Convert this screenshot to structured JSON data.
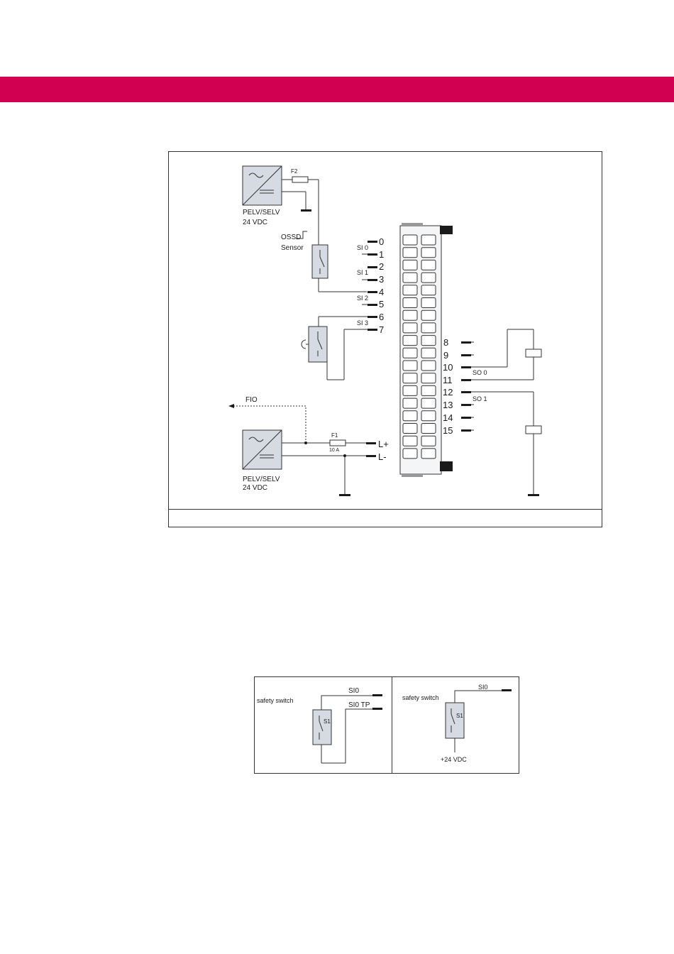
{
  "colors": {
    "brand": "#d10050",
    "line": "#333333",
    "component_fill": "#d6dbe3"
  },
  "diagram1": {
    "psu_top_label_1": "PELV/SELV",
    "psu_top_label_2": "24 VDC",
    "fuse_top": "F2",
    "ossd_label": "OSSD",
    "sensor_label": "Sensor",
    "psu_bottom_label_1": "PELV/SELV",
    "psu_bottom_label_2": "24 VDC",
    "fio_label": "FIO",
    "fuse_bottom": "F1",
    "fuse_bottom_rating": "10 A",
    "terminal_l_plus": "L+",
    "terminal_l_minus": "L-",
    "left_terminals": [
      "0",
      "1",
      "2",
      "3",
      "4",
      "5",
      "6",
      "7"
    ],
    "input_groups": [
      "SI 0",
      "SI 1",
      "SI 2",
      "SI 3"
    ],
    "right_terminals": [
      "8",
      "9",
      "10",
      "11",
      "12",
      "13",
      "14",
      "15"
    ],
    "output_groups": [
      "SO 0",
      "SO 1"
    ]
  },
  "diagram2": {
    "left": {
      "switch_label": "safety switch",
      "s_label": "S1",
      "line1": "SI0",
      "line2": "SI0 TP"
    },
    "right": {
      "switch_label": "safety switch",
      "s_label": "S1",
      "line1": "SI0",
      "supply": "+24 VDC"
    }
  }
}
